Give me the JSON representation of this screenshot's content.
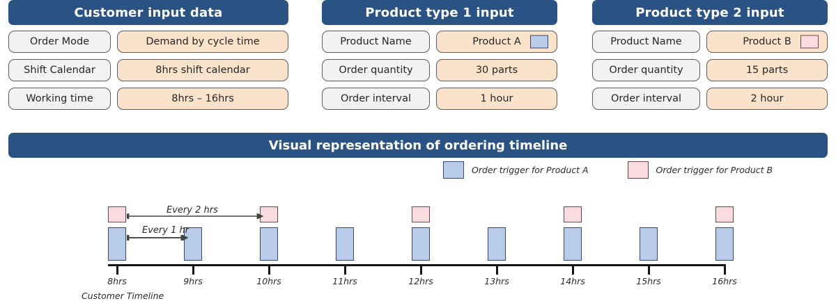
{
  "panels": [
    {
      "id": "customer",
      "title": "Customer input data",
      "rows": [
        {
          "label": "Order  Mode",
          "value": "Demand  by cycle time"
        },
        {
          "label": "Shift Calendar",
          "value": "8hrs shift calendar"
        },
        {
          "label": "Working  time",
          "value": "8hrs – 16hrs"
        }
      ]
    },
    {
      "id": "product1",
      "title": "Product type 1 input",
      "rows": [
        {
          "label": "Product Name",
          "value": "Product A",
          "swatch": "blue"
        },
        {
          "label": "Order  quantity",
          "value": "30 parts"
        },
        {
          "label": "Order  interval",
          "value": "1 hour"
        }
      ]
    },
    {
      "id": "product2",
      "title": "Product type 2 input",
      "rows": [
        {
          "label": "Product Name",
          "value": "Product B",
          "swatch": "pink"
        },
        {
          "label": "Order  quantity",
          "value": "15 parts"
        },
        {
          "label": "Order  interval",
          "value": "2 hour"
        }
      ]
    }
  ],
  "banner": {
    "title": "Visual representation of ordering timeline"
  },
  "legend": {
    "items": [
      {
        "text": "Order trigger for Product A",
        "color": "#b8cbe8",
        "swatch": "blue"
      },
      {
        "text": "Order trigger for Product B",
        "color": "#fadce0",
        "swatch": "pink"
      }
    ]
  },
  "timeline": {
    "caption": "Customer Timeline",
    "annotations": [
      {
        "name": "product-b-interval",
        "text": "Every 2 hrs"
      },
      {
        "name": "product-a-interval",
        "text": "Every 1 hr"
      }
    ],
    "axis_caption": "Customer Timeline"
  },
  "colors": {
    "header_blue": "#2a5384",
    "value_orange": "#fae3ca",
    "label_gray": "#f2f2f2",
    "product_a_blue": "#b8cbe8",
    "product_b_pink": "#fadce0",
    "axis_black": "#141414"
  },
  "chart_data": {
    "type": "timeline",
    "title": "Visual representation of ordering timeline",
    "xlabel": "Customer Timeline",
    "ylabel": "",
    "x_ticks": [
      "8hrs",
      "9hrs",
      "10hrs",
      "11hrs",
      "12hrs",
      "13hrs",
      "14hrs",
      "15hrs",
      "16hrs"
    ],
    "x_values": [
      8,
      9,
      10,
      11,
      12,
      13,
      14,
      15,
      16
    ],
    "xlim": [
      8,
      16
    ],
    "grid": false,
    "legend_position": "top-center",
    "series": [
      {
        "name": "Order trigger for Product A",
        "color": "#b8cbe8",
        "interval_hrs": 1,
        "interval_label": "Every 1 hr",
        "event_times": [
          8,
          9,
          10,
          11,
          12,
          13,
          14,
          15,
          16
        ],
        "event_labels": [
          "8hrs",
          "9hrs",
          "10hrs",
          "11hrs",
          "12hrs",
          "13hrs",
          "14hrs",
          "15hrs",
          "16hrs"
        ],
        "order_quantity": "30 parts"
      },
      {
        "name": "Order trigger for Product B",
        "color": "#fadce0",
        "interval_hrs": 2,
        "interval_label": "Every 2 hrs",
        "event_times": [
          8,
          10,
          12,
          14,
          16
        ],
        "event_labels": [
          "8hrs",
          "10hrs",
          "12hrs",
          "14hrs",
          "16hrs"
        ],
        "order_quantity": "15 parts"
      }
    ]
  }
}
